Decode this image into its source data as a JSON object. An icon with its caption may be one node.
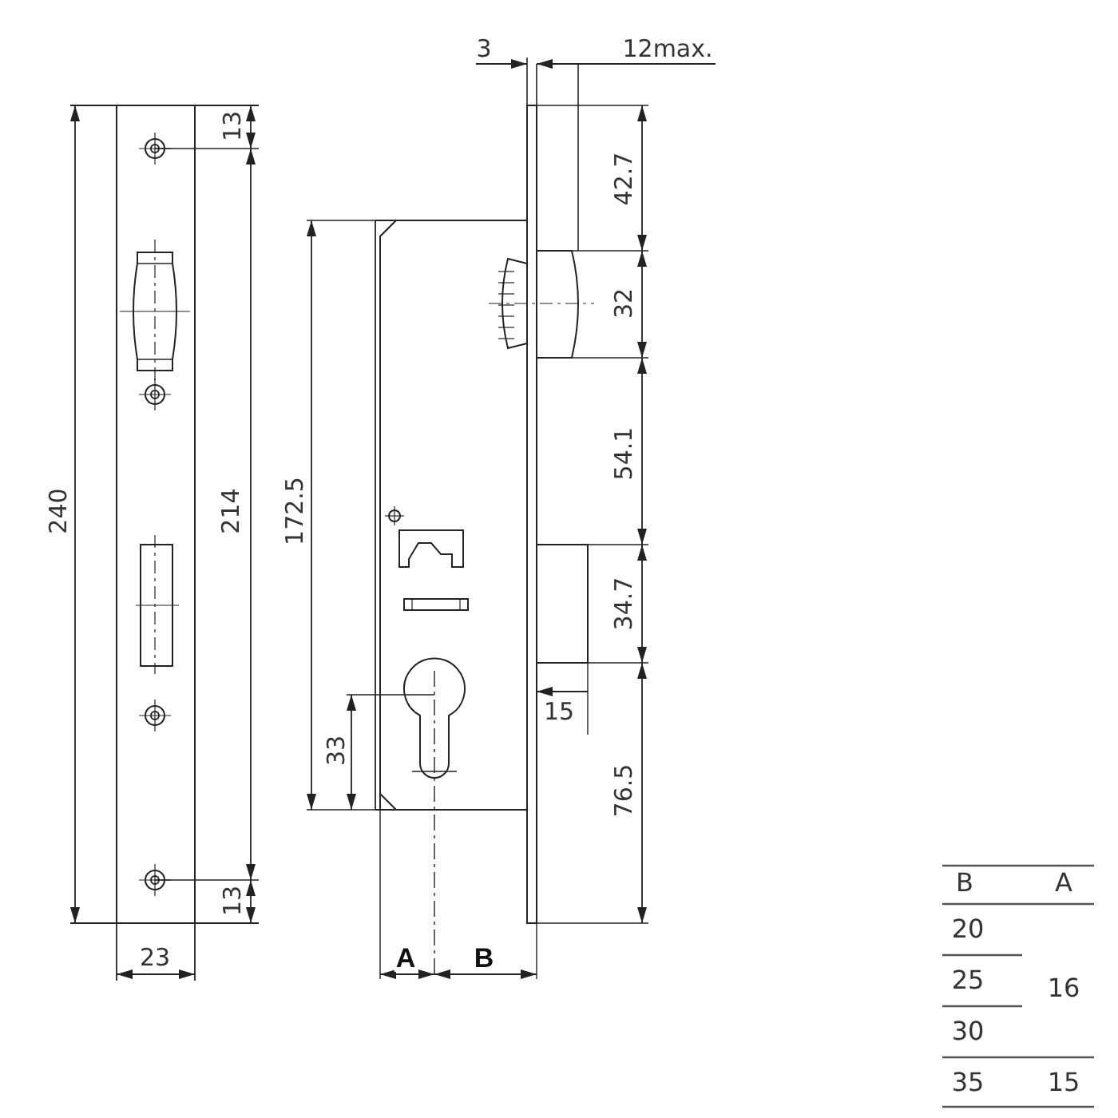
{
  "diagram": {
    "labels": [
      "3",
      "12max.",
      "13",
      "42.7",
      "240",
      "214",
      "172.5",
      "32",
      "54.1",
      "34.7",
      "15",
      "33",
      "76.5",
      "13",
      "23",
      "A",
      "B",
      "B",
      "A",
      "20",
      "25",
      "16",
      "30",
      "35",
      "15"
    ]
  }
}
